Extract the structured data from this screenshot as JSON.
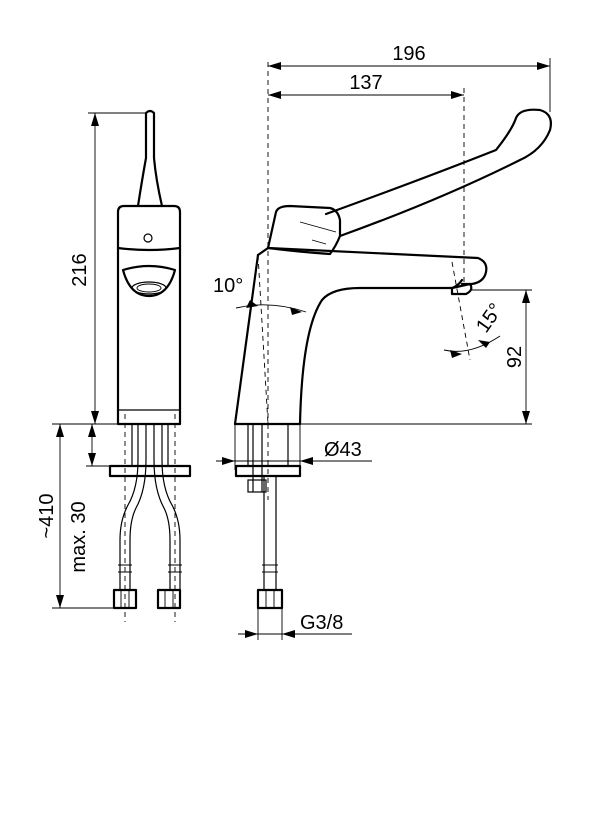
{
  "drawing": {
    "dimensions": {
      "overall_reach": "196",
      "spout_reach": "137",
      "height": "216",
      "spout_height": "92",
      "body_tilt": "10°",
      "spout_tilt": "15°",
      "base_diameter": "Ø43",
      "connection_thread": "G3/8",
      "hose_length": "~410",
      "max_thickness": "max. 30"
    }
  }
}
